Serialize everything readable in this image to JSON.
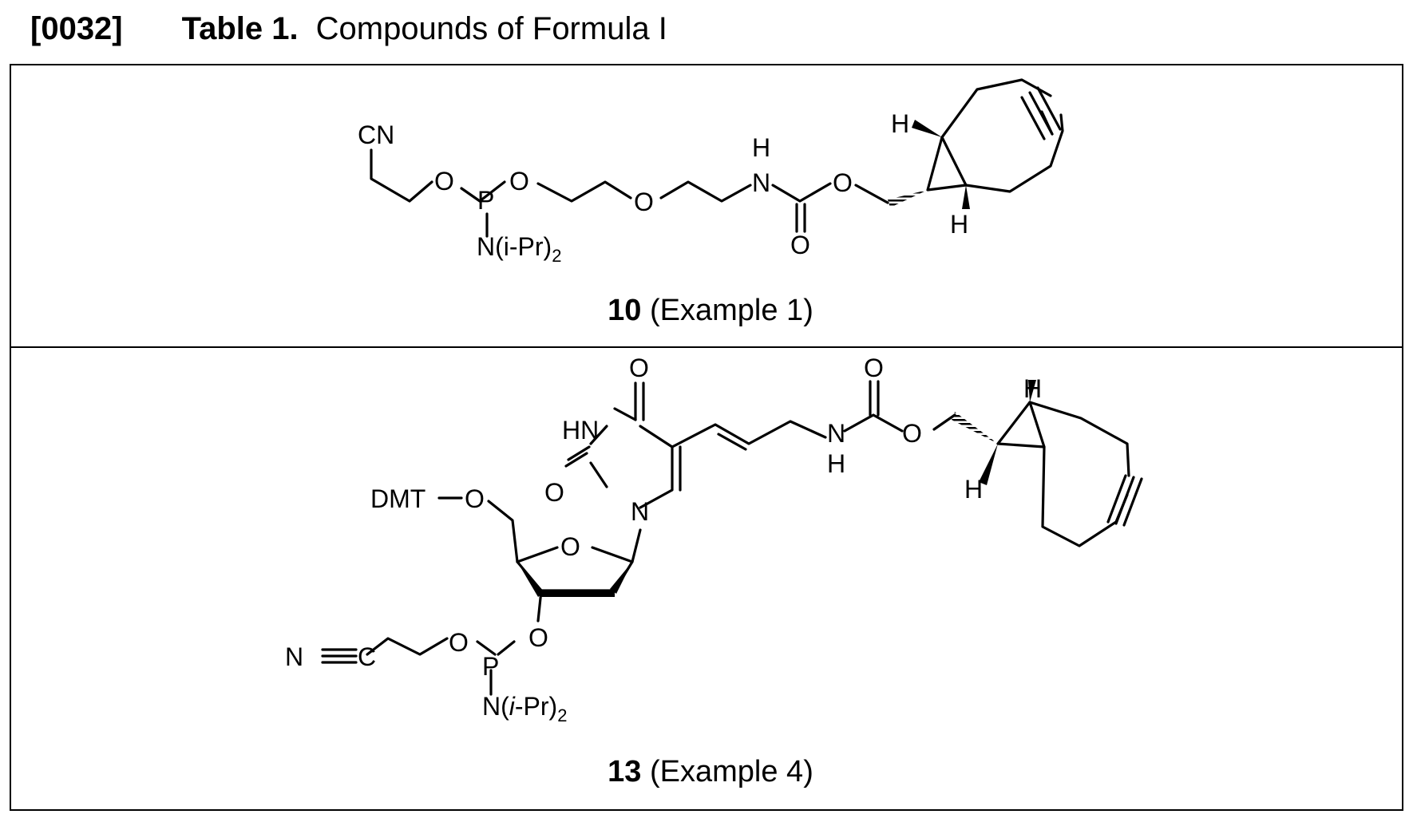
{
  "heading": {
    "paragraph_number": "[0032]",
    "table_label": "Table 1.",
    "table_caption": "Compounds of Formula I"
  },
  "compounds": [
    {
      "number": "10",
      "reference": "(Example 1)",
      "atom_labels": {
        "cn": "CN",
        "o": "O",
        "p": "P",
        "n": "N",
        "h": "H",
        "amine_prefix": "N(i-Pr)",
        "amine_subscript": "2"
      }
    },
    {
      "number": "13",
      "reference": "(Example 4)",
      "atom_labels": {
        "dmt": "DMT",
        "nitrile_n": "N",
        "nitrile_c": "C",
        "o": "O",
        "p": "P",
        "n": "N",
        "h": "H",
        "hn": "HN",
        "amine_prefix_n": "N(",
        "amine_italic": "i",
        "amine_suffix": "-Pr)",
        "amine_subscript": "2"
      }
    }
  ]
}
